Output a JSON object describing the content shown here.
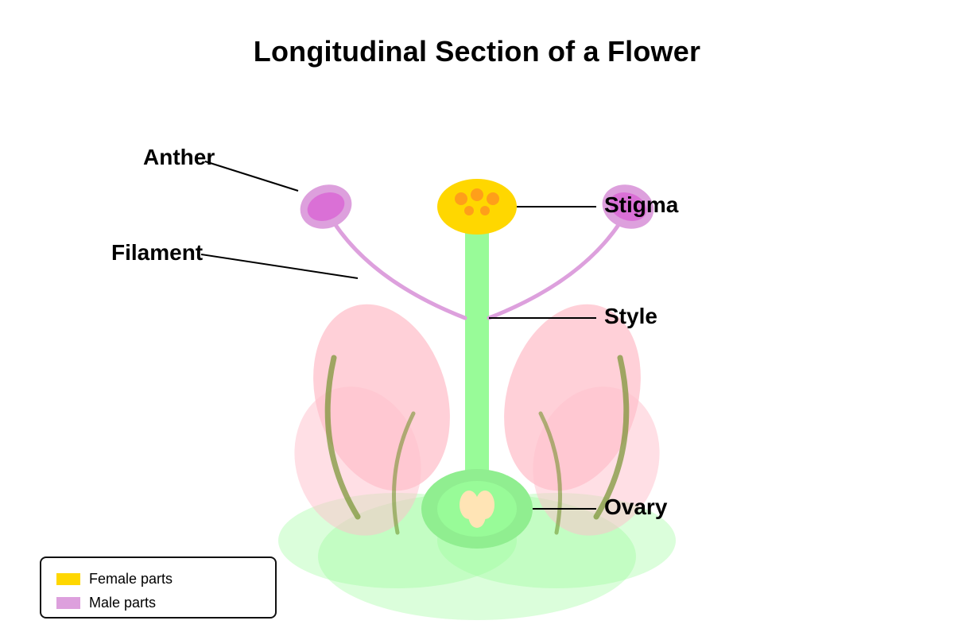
{
  "title": "Longitudinal Section of a Flower",
  "labels": {
    "anther": "Anther",
    "filament": "Filament",
    "stigma": "Stigma",
    "style": "Style",
    "ovary": "Ovary"
  },
  "legend": {
    "items": [
      {
        "label": "Female parts",
        "color": "#ffd700"
      },
      {
        "label": "Male parts",
        "color": "#dda0dd"
      }
    ]
  },
  "colors": {
    "stigma": "#ffd700",
    "stigma_dots": "#ff9f1a",
    "style": "#98fb98",
    "ovary_outer": "#90ee90",
    "ovule": "#ffe4b5",
    "anther_outer": "#dda0dd",
    "anther_inner": "#da70d6",
    "filament": "#dda0dd",
    "petal": "#ffc0cb",
    "sepal_vein": "#6b8e23",
    "receptacle": "#98fb98"
  }
}
